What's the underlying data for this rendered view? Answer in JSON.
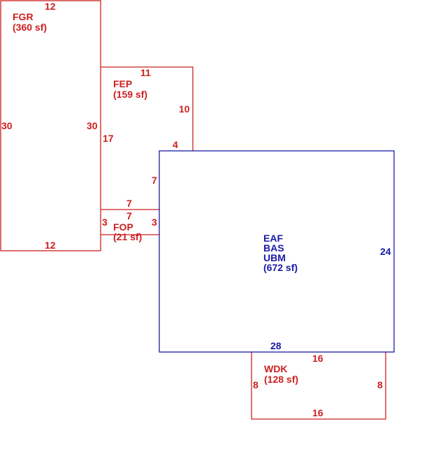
{
  "colors": {
    "accessory": "#cc1f1f",
    "main": "#1a1aa8"
  },
  "areas": {
    "fgr": {
      "code": "FGR",
      "area": "(360 sf)",
      "dims": {
        "top": "12",
        "bottom": "12",
        "left": "30",
        "right": "30"
      }
    },
    "fep": {
      "code": "FEP",
      "area": "(159 sf)",
      "dims": {
        "top": "11",
        "right": "10",
        "left": "17",
        "notch": "4",
        "step": "7",
        "bottom": "7"
      }
    },
    "fop": {
      "code": "FOP",
      "area": "(21 sf)",
      "dims": {
        "left": "3",
        "right": "3",
        "top": "7"
      }
    },
    "main": {
      "lines": [
        "EAF",
        "BAS",
        "UBM"
      ],
      "area": "(672 sf)",
      "dims": {
        "right": "24",
        "bottom": "28"
      }
    },
    "wdk": {
      "code": "WDK",
      "area": "(128 sf)",
      "dims": {
        "top": "16",
        "bottom": "16",
        "left": "8",
        "right": "8"
      }
    }
  }
}
